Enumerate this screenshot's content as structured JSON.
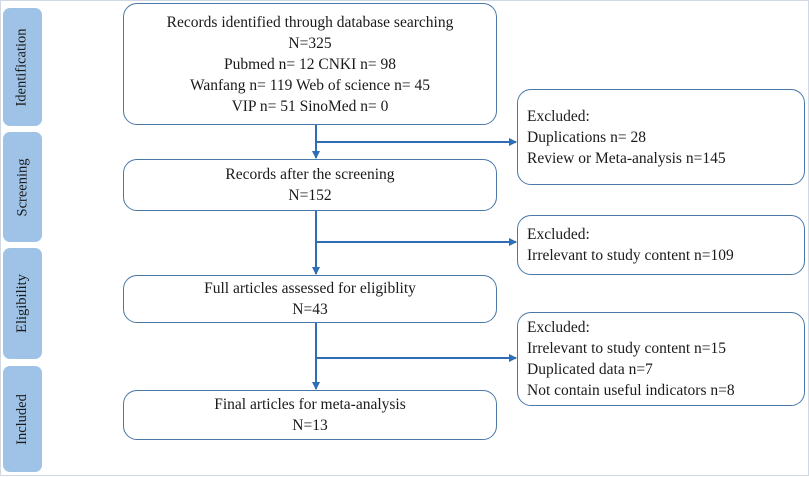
{
  "stages": [
    {
      "label": "Identification"
    },
    {
      "label": "Screening"
    },
    {
      "label": "Eligibility"
    },
    {
      "label": "Included"
    }
  ],
  "main_boxes": [
    {
      "lines": [
        "Records identified through database searching",
        "N=325",
        "Pubmed n= 12 CNKI n= 98",
        "Wanfang n= 119 Web of science n= 45",
        "VIP n= 51 SinoMed n= 0"
      ]
    },
    {
      "lines": [
        "Records after the screening",
        "N=152"
      ]
    },
    {
      "lines": [
        "Full articles assessed for eligiblity",
        "N=43"
      ]
    },
    {
      "lines": [
        "Final articles for meta-analysis",
        "N=13"
      ]
    }
  ],
  "excluded_boxes": [
    {
      "lines": [
        "Excluded:",
        "Duplications n= 28",
        "Review or Meta-analysis n=145"
      ]
    },
    {
      "lines": [
        "Excluded:",
        "Irrelevant to study content n=109"
      ]
    },
    {
      "lines": [
        "Excluded:",
        "Irrelevant to study content n=15",
        "Duplicated data n=7",
        "Not contain useful indicators n=8"
      ]
    }
  ],
  "colors": {
    "stage_fill": "#9fc3e7",
    "box_border": "#4a78a8",
    "arrow": "#2f6db5"
  }
}
